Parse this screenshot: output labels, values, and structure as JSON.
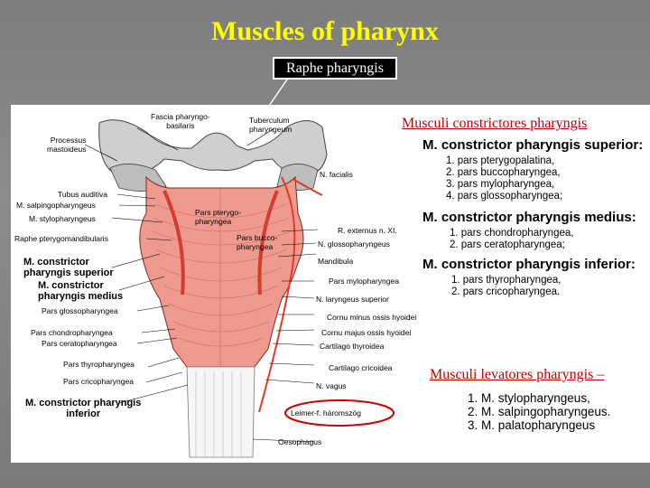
{
  "title": "Muscles of pharynx",
  "raphe_label": "Raphe pharyngis",
  "left_labels": {
    "fascia": "Fascia pharyngo-\nbasilaris",
    "tuberculum": "Tuberculum\npharyngeum",
    "processus": "Processus\nmastoideus",
    "tubus": "Tubus auditiva",
    "salpingo": "M. salpingopharyngeus",
    "stylo": "M. stylopharyngeus",
    "raphe_ptery": "Raphe pterygomandibularis",
    "constrictor_sup": "M. constrictor\npharyngis superior",
    "constrictor_med": "M. constrictor\npharyngis medius",
    "pars_glosso": "Pars glossopharyngea",
    "pars_chondro": "Pars chondropharyngea",
    "pars_cerato": "Pars ceratopharyngea",
    "pars_thyro": "Pars thyropharyngea",
    "pars_crico": "Pars cricopharyngea",
    "constrictor_inf": "M. constrictor pharyngis\ninferior"
  },
  "center_labels": {
    "pars_pterygo": "Pars pterygo-\npharyngea",
    "pars_bucco": "Pars bucco-\npharyngea"
  },
  "right_labels": {
    "n_facialis": "N. facialis",
    "r_externus": "R. externus n. XI.",
    "n_glosso": "N. glossopharyngeus",
    "mandibula": "Mandibula",
    "pars_mylo": "Pars mylopharyngea",
    "n_laryngeus": "N. laryngeus superior",
    "cornu_minus": "Cornu minus ossis hyoidei",
    "cornu_majus": "Cornu majus ossis hyoidei",
    "cartilago_thy": "Cartilago thyroidea",
    "cartilago_cri": "Cartilago cricoidea",
    "n_vagus": "N. vagus",
    "leimer": "Leimer-f. háromszög",
    "oesophagus": "Oesophagus"
  },
  "constrictores": {
    "heading": "Musculi constrictores pharyngis",
    "superior": {
      "title": "M. constrictor pharyngis superior:",
      "items": [
        "1. pars pterygopalatina,",
        "2. pars buccopharyngea,",
        "3. pars mylopharyngea,",
        "4. pars glossopharyngea;"
      ]
    },
    "medius": {
      "title": "M. constrictor pharyngis medius:",
      "items": [
        "1. pars chondropharyngea,",
        "2. pars ceratopharyngea;"
      ]
    },
    "inferior": {
      "title": "M. constrictor pharyngis inferior:",
      "items": [
        "1. pars thyropharyngea,",
        "2. pars cricopharyngea."
      ]
    }
  },
  "levatores": {
    "heading": "Musculi levatores pharyngis –",
    "items": [
      "1. M. stylopharyngeus,",
      "2. M. salpingopharyngeus.",
      "3. M. palatopharyngeus"
    ]
  },
  "colors": {
    "title": "#ffff00",
    "heading": "#c00000",
    "muscle": "#e8847a",
    "muscle_dark": "#d9534a",
    "highlight": "#cc0000"
  }
}
